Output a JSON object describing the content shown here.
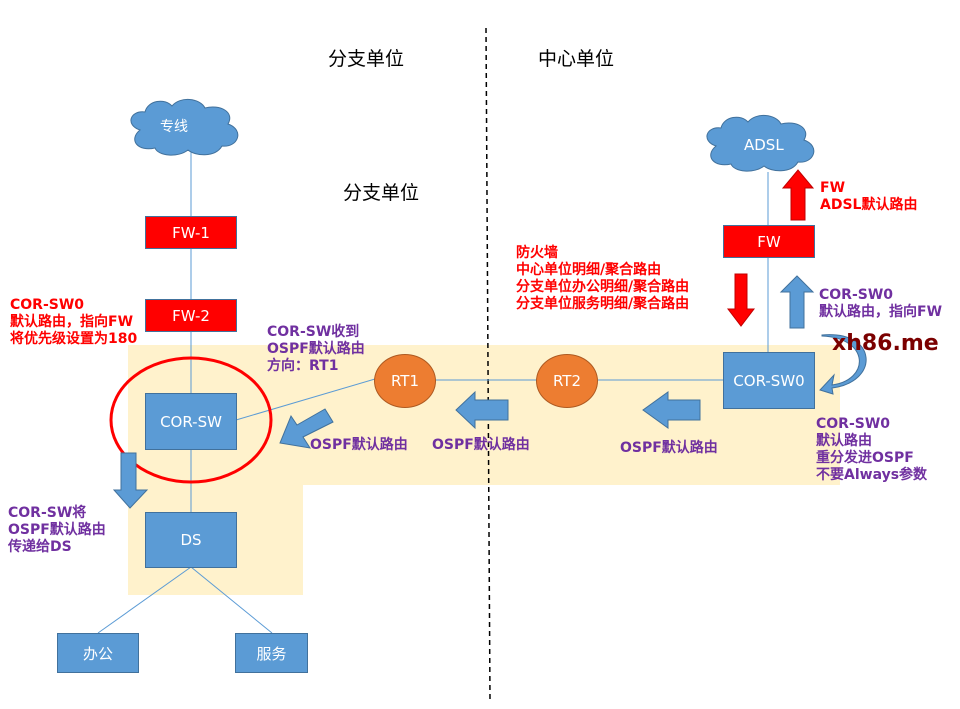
{
  "headings": {
    "branch": "分支单位",
    "center": "中心单位",
    "branch2": "分支单位"
  },
  "nodes": {
    "leased_line": "专线",
    "fw1": "FW-1",
    "fw2": "FW-2",
    "cor_sw": "COR-SW",
    "ds": "DS",
    "office": "办公",
    "service": "服务",
    "rt1": "RT1",
    "rt2": "RT2",
    "cor_sw0": "COR-SW0",
    "fw": "FW",
    "adsl": "ADSL"
  },
  "notes": {
    "cor_sw0_static": "COR-SW0\n默认路由，指向FW\n将优先级设置为180",
    "cor_sw_receive": "COR-SW收到\nOSPF默认路由\n方向：RT1",
    "cor_sw_pass": "COR-SW将\nOSPF默认路由\n传递给DS",
    "ospf1": "OSPF默认路由",
    "ospf2": "OSPF默认路由",
    "ospf3": "OSPF默认路由",
    "firewall": "防火墙\n中心单位明细/聚合路由\n分支单位办公明细/聚合路由\n分支单位服务明细/聚合路由",
    "fw_adsl": "FW\nADSL默认路由",
    "cor_sw0_to_fw": "COR-SW0\n默认路由，指向FW",
    "redistribute": "COR-SW0\n默认路由\n重分发进OSPF\n不要Always参数"
  },
  "watermark": "xh86.me",
  "colors": {
    "node": "#5b9bd5",
    "router": "#ed7d31",
    "firewall": "#ff0000",
    "area": "#fff2cc",
    "red_text": "#ff0000",
    "purple_text": "#7030a0"
  }
}
